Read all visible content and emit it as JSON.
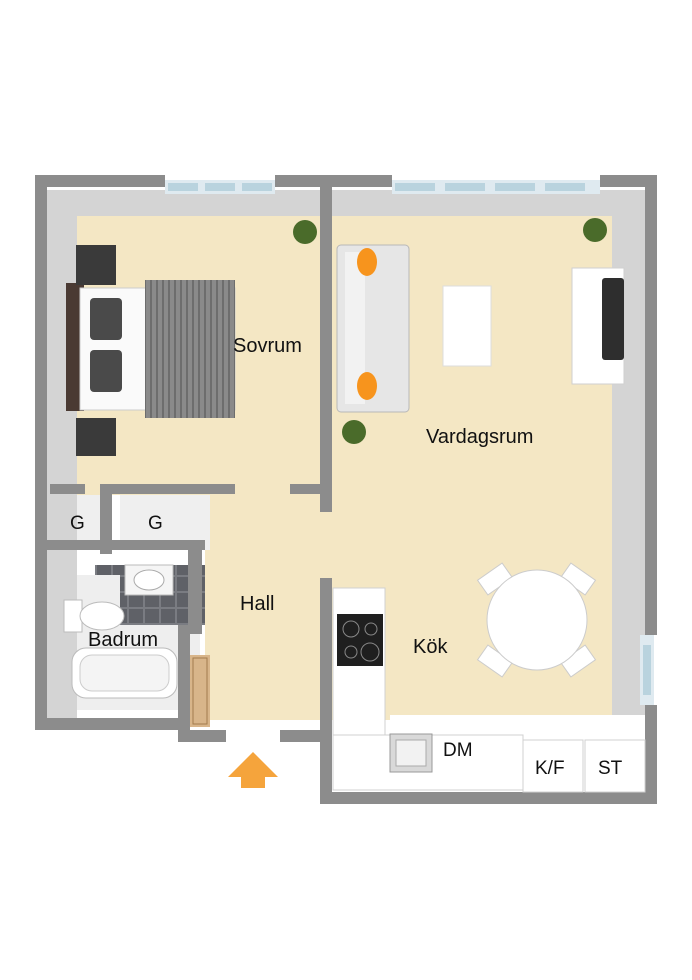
{
  "rooms": {
    "sovrum": "Sovrum",
    "vardagsrum": "Vardagsrum",
    "hall": "Hall",
    "badrum": "Badrum",
    "kok": "Kök",
    "closet_1": "G",
    "closet_2": "G",
    "dishwasher": "DM",
    "fridge_freezer": "K/F",
    "storage": "ST"
  },
  "colors": {
    "floor": "#f4e7c4",
    "wall_top": "#8c8c8c",
    "wall_side": "#d2d2d2",
    "entrance_arrow": "#f5a43c",
    "cushion": "#f7941d",
    "bathroom_tile": "#5f6167"
  },
  "icons": [
    "entrance-arrow-icon",
    "plant-icon",
    "bed-icon",
    "sofa-icon",
    "tv-icon",
    "stove-icon",
    "sink-icon",
    "toilet-icon",
    "bathtub-icon",
    "dining-table-icon"
  ]
}
